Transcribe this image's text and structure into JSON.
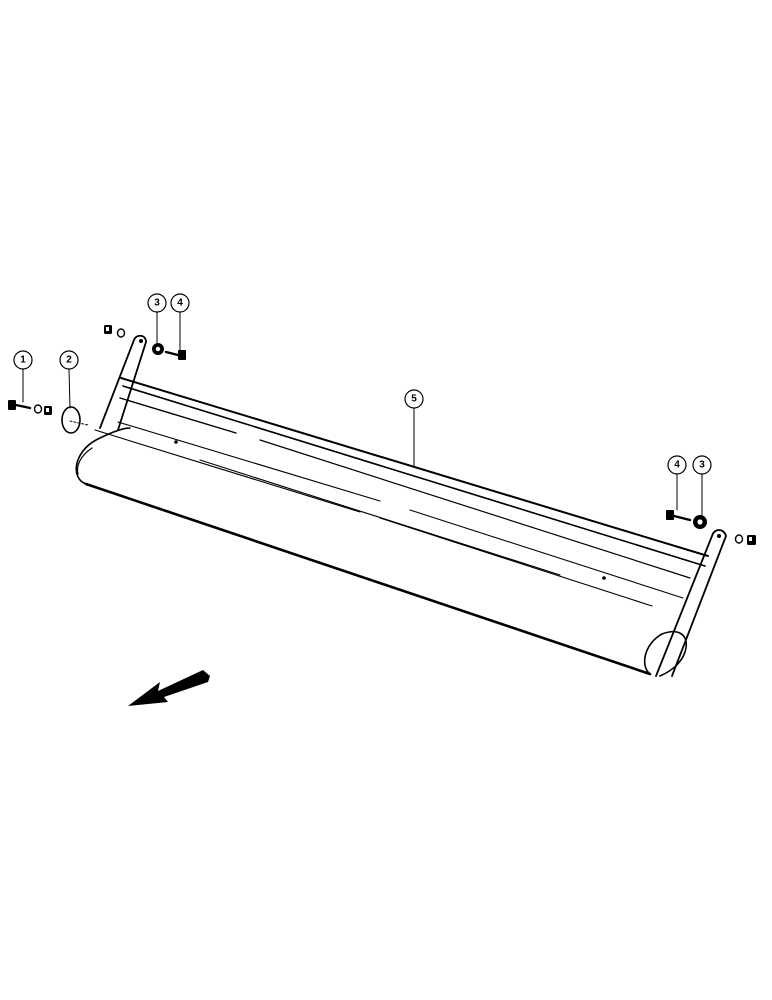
{
  "diagram": {
    "type": "exploded-parts-view",
    "callouts": [
      {
        "id": "c1",
        "label": "1"
      },
      {
        "id": "c2",
        "label": "2"
      },
      {
        "id": "c3a",
        "label": "3"
      },
      {
        "id": "c4a",
        "label": "4"
      },
      {
        "id": "c5",
        "label": "5"
      },
      {
        "id": "c4b",
        "label": "4"
      },
      {
        "id": "c3b",
        "label": "3"
      }
    ],
    "icons": {
      "direction_arrow": "direction-arrow-icon"
    }
  }
}
